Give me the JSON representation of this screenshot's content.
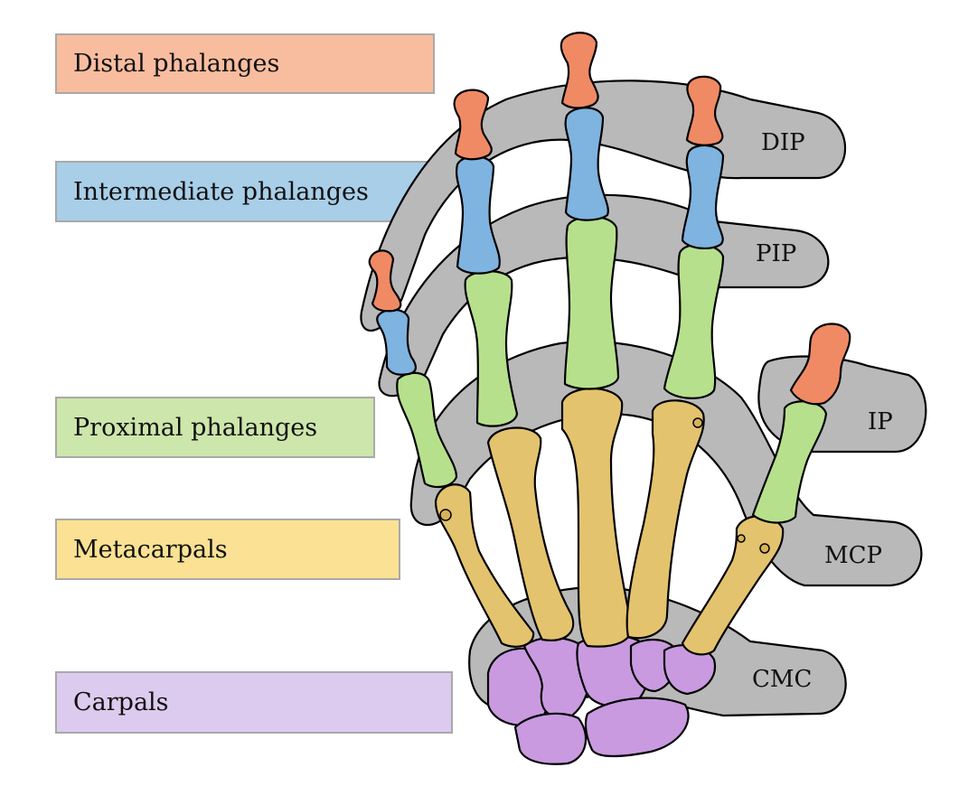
{
  "legend": [
    {
      "key": "distal",
      "label": "Distal phalanges",
      "color": "#f8bd9f"
    },
    {
      "key": "intermediate",
      "label": "Intermediate phalanges",
      "color": "#a8cee8"
    },
    {
      "key": "proximal",
      "label": "Proximal phalanges",
      "color": "#cde6ab"
    },
    {
      "key": "metacarpals",
      "label": "Metacarpals",
      "color": "#fbe193"
    },
    {
      "key": "carpals",
      "label": "Carpals",
      "color": "#dccbee"
    }
  ],
  "joints": [
    "DIP",
    "PIP",
    "IP",
    "MCP",
    "CMC"
  ],
  "colors": {
    "distal_bone": "#f08a65",
    "intermediate_bone": "#7fb3e0",
    "proximal_bone": "#b7e08c",
    "metacarpal_bone": "#e4c36e",
    "carpal_bone": "#c99ae0",
    "joint_band": "#b9b9b9"
  }
}
